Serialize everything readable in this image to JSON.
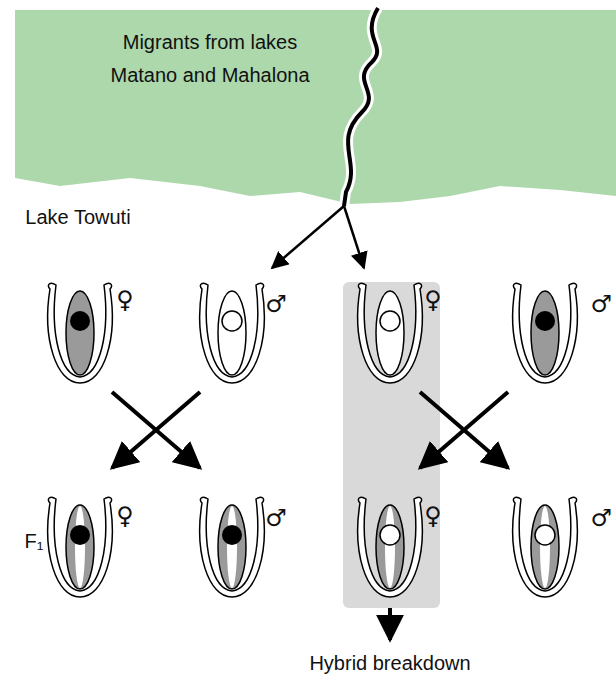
{
  "diagram": {
    "nodes": [
      {
        "text": [
          "Migrants from lakes Matano and Mahalona"
        ]
      }
    ],
    "labels": [
      "Lake Towuti",
      "♀",
      "♂",
      "♀",
      "♂",
      "F₁",
      "♀",
      "♂",
      "♀",
      "♂",
      "Hybrid breakdown"
    ]
  }
}
